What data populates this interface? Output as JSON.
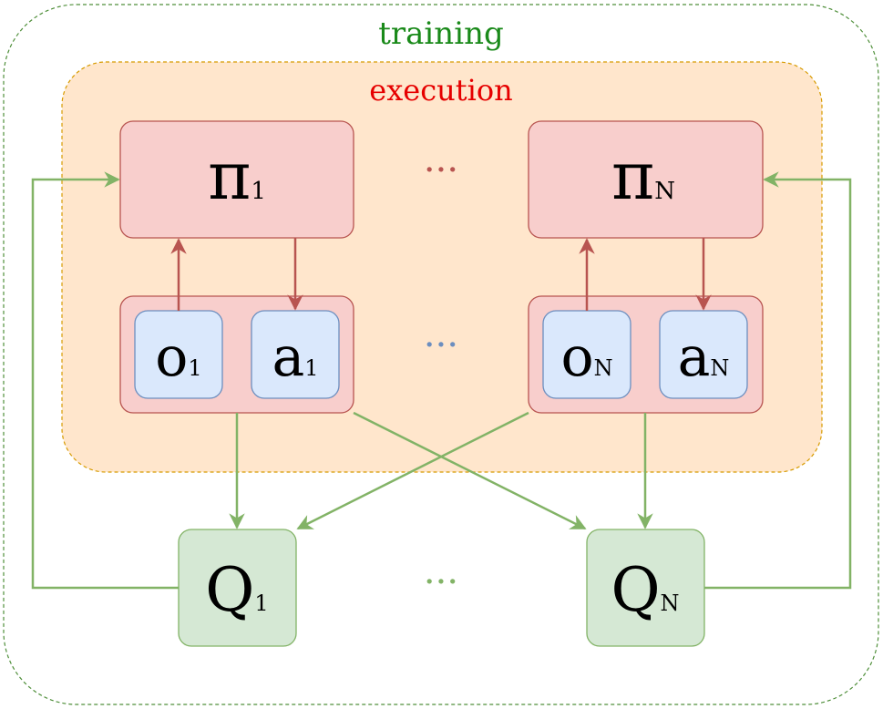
{
  "training": {
    "label": "training",
    "color": "#1a8a1a"
  },
  "execution": {
    "label": "execution",
    "color": "#e60000"
  },
  "policies": [
    {
      "symbol": "π",
      "sub": "1"
    },
    {
      "symbol": "π",
      "sub": "N"
    }
  ],
  "observations": [
    {
      "symbol": "o",
      "sub": "1"
    },
    {
      "symbol": "o",
      "sub": "N"
    }
  ],
  "actions": [
    {
      "symbol": "a",
      "sub": "1"
    },
    {
      "symbol": "a",
      "sub": "N"
    }
  ],
  "critics": [
    {
      "symbol": "Q",
      "sub": "1"
    },
    {
      "symbol": "Q",
      "sub": "N"
    }
  ],
  "ellipses": {
    "policies": "···",
    "agents": "···",
    "critics": "···"
  },
  "colors": {
    "policy_fill": "#f8cecc",
    "policy_stroke": "#b85450",
    "obs_fill": "#dae8fc",
    "obs_stroke": "#6c8ebf",
    "critic_fill": "#d5e8d4",
    "critic_stroke": "#82b366",
    "exec_fill": "#ffe6cc",
    "exec_stroke": "#d79b00"
  }
}
